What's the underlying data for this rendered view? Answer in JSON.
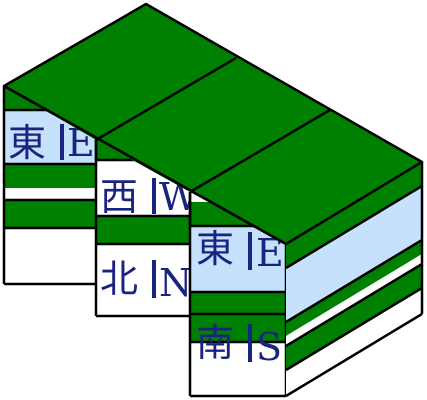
{
  "colors": {
    "green": "#008000",
    "light_blue": "#c5e1fb",
    "white": "#ffffff",
    "outline": "#000000",
    "label": "#1a237e"
  },
  "tiles": [
    {
      "hanzi": "東",
      "letter": "E"
    },
    {
      "hanzi": "西",
      "letter": "W"
    },
    {
      "hanzi": "東",
      "letter": "E"
    },
    {
      "hanzi": "北",
      "letter": "N"
    },
    {
      "hanzi": "南",
      "letter": "S"
    }
  ]
}
